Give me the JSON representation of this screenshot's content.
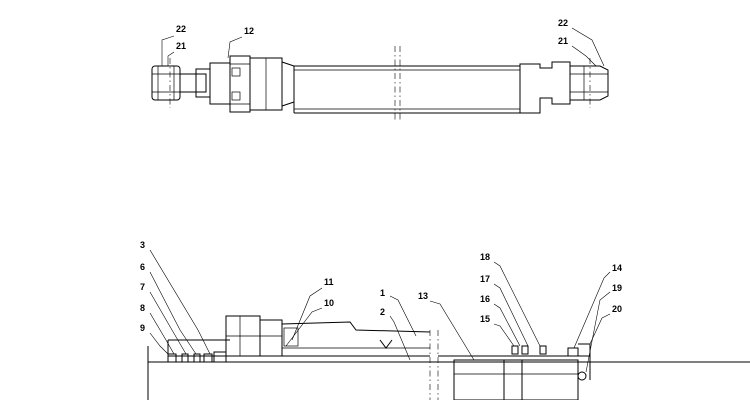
{
  "diagram": {
    "type": "exploded parts drawing",
    "line_color": "#000000",
    "background": "#ffffff",
    "labels": [
      "22",
      "21",
      "12",
      "22",
      "21",
      "3",
      "6",
      "7",
      "8",
      "9",
      "11",
      "10",
      "1",
      "2",
      "13",
      "18",
      "17",
      "16",
      "15",
      "14",
      "19",
      "20"
    ]
  }
}
